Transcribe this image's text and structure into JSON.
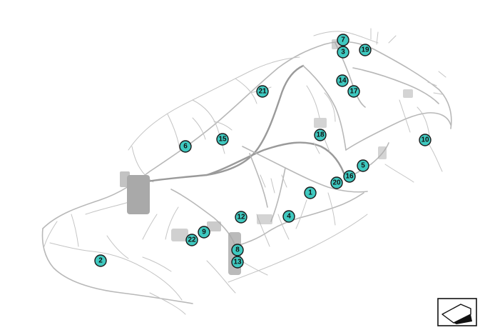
{
  "diagram": {
    "colors": {
      "callout_fill": "#3fc9c0",
      "callout_stroke": "#1a1a1a",
      "wire": "#b8b8b8"
    },
    "callouts": [
      {
        "id": "c7",
        "label": "7"
      },
      {
        "id": "c3",
        "label": "3"
      },
      {
        "id": "c19",
        "label": "19"
      },
      {
        "id": "c14",
        "label": "14"
      },
      {
        "id": "c17",
        "label": "17"
      },
      {
        "id": "c21",
        "label": "21"
      },
      {
        "id": "c18",
        "label": "18"
      },
      {
        "id": "c10",
        "label": "10"
      },
      {
        "id": "c15",
        "label": "15"
      },
      {
        "id": "c6",
        "label": "6"
      },
      {
        "id": "c5",
        "label": "5"
      },
      {
        "id": "c16",
        "label": "16"
      },
      {
        "id": "c20",
        "label": "20"
      },
      {
        "id": "c1",
        "label": "1"
      },
      {
        "id": "c4",
        "label": "4"
      },
      {
        "id": "c12",
        "label": "12"
      },
      {
        "id": "c9",
        "label": "9"
      },
      {
        "id": "c22",
        "label": "22"
      },
      {
        "id": "c8",
        "label": "8"
      },
      {
        "id": "c13",
        "label": "13"
      },
      {
        "id": "c2",
        "label": "2"
      }
    ],
    "view_icon": "vehicle-orientation-icon"
  }
}
